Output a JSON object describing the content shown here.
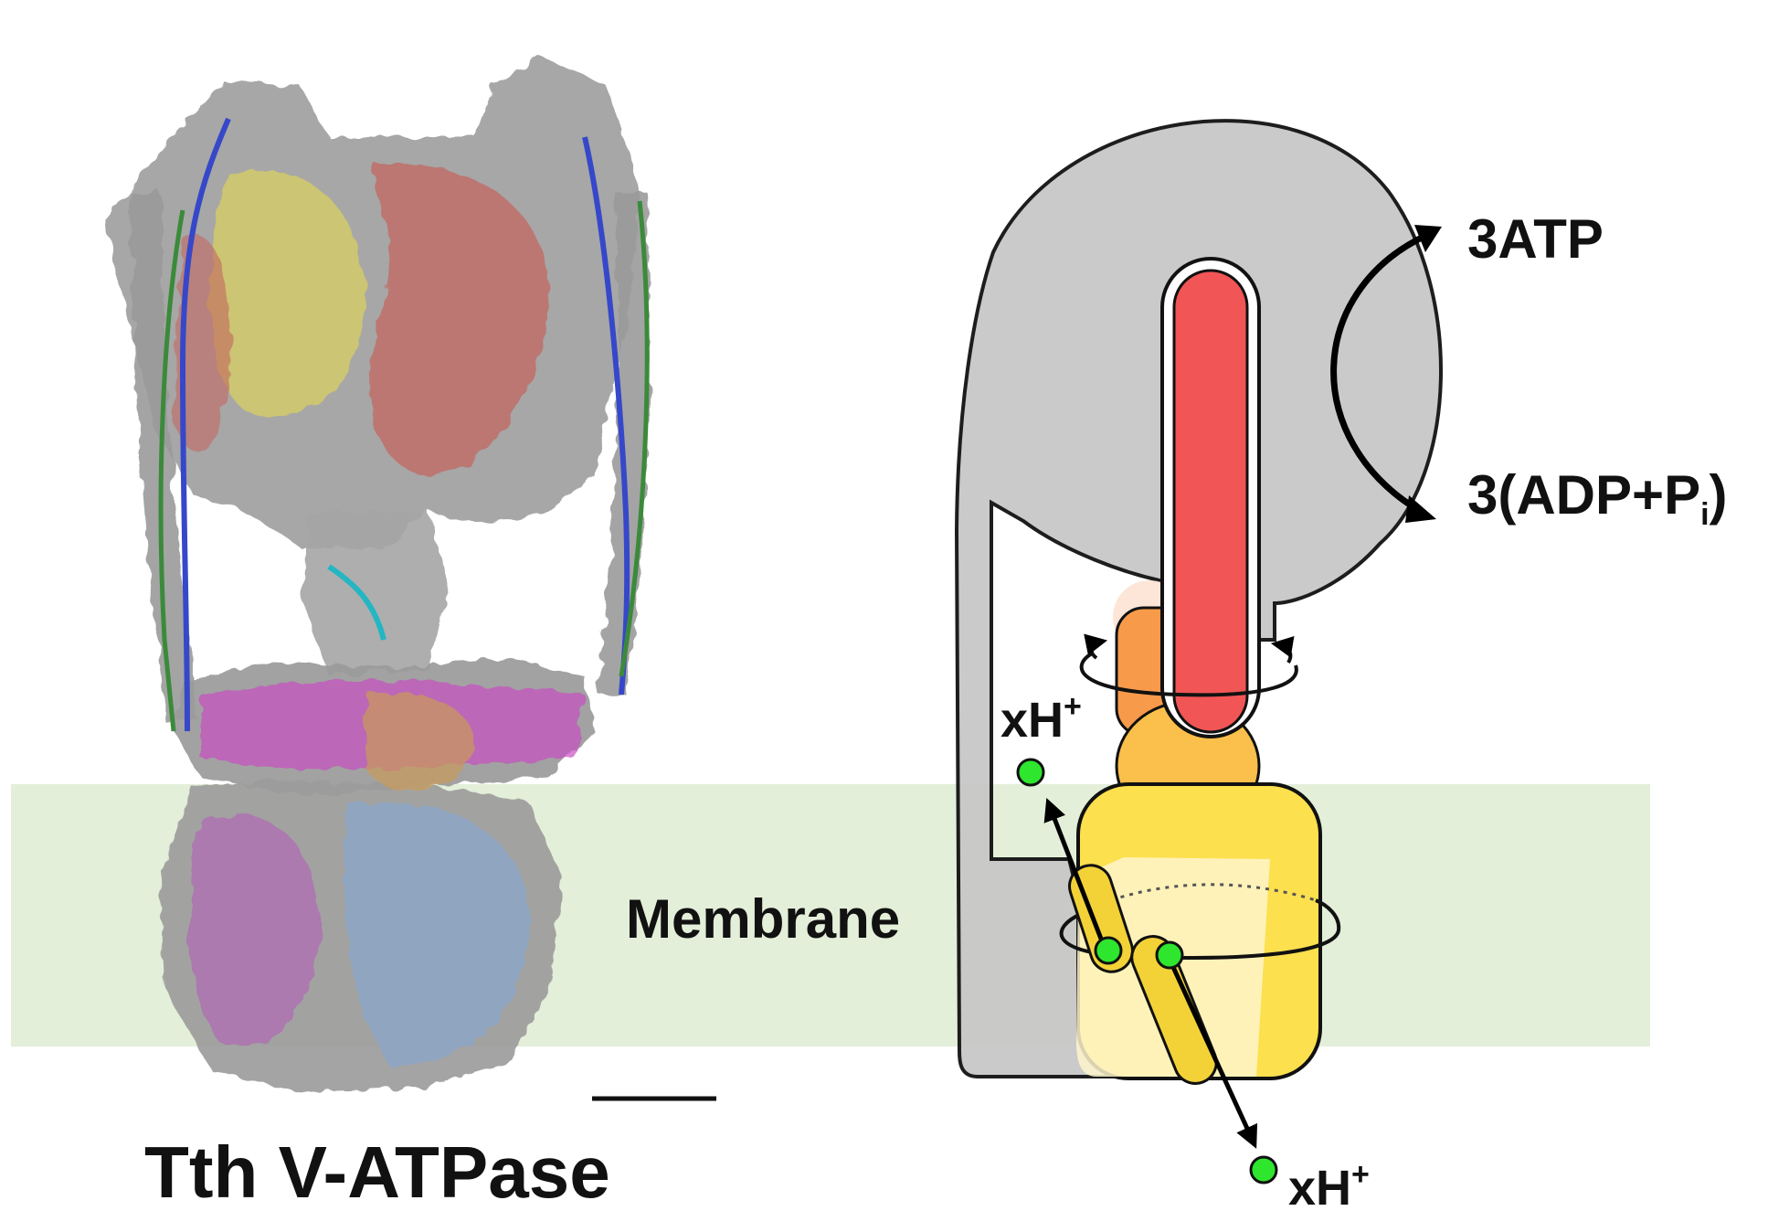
{
  "title": "Tth V-ATPase",
  "labels": {
    "membrane": "Membrane",
    "atp": "3ATP",
    "adp_prefix": "3(ADP+P",
    "adp_sub": "i",
    "adp_suffix": ")",
    "proton_top_main": "xH",
    "proton_top_sup": "+",
    "proton_bottom_main": "xH",
    "proton_bottom_sup": "+"
  },
  "colors": {
    "membrane_band": "#e3efd9",
    "stator_grey": "#c8c8c8",
    "rotor_red": "#f25555",
    "d_subunit_orange": "#f79a4a",
    "c_ring_yellow": "#fce04e",
    "proton_green": "#2ee62e",
    "density_grey": "#9a9a9a"
  },
  "icons": {
    "rotation_arrows": "curved-arrow-icon",
    "protons": "proton-dot-icon"
  }
}
